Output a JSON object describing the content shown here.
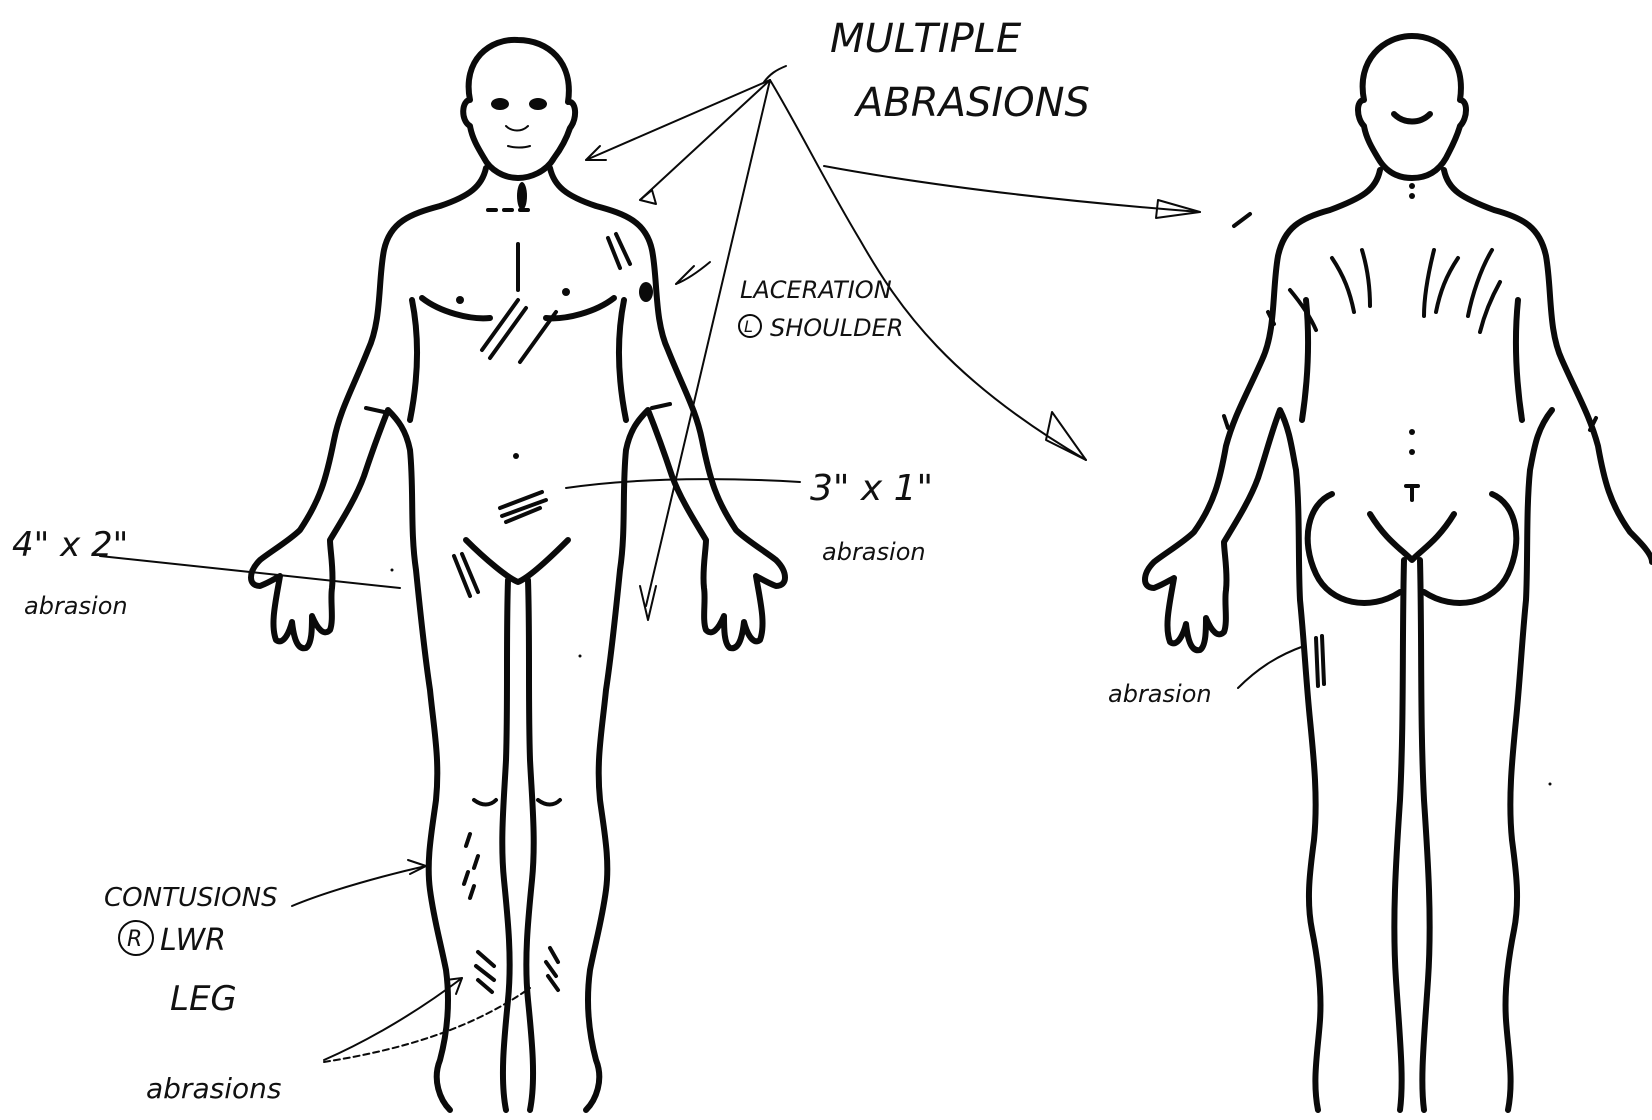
{
  "annotations": {
    "multiple_abrasions": [
      "MULTIPLE",
      "ABRASIONS"
    ],
    "laceration": [
      "LACERATION",
      "SHOULDER"
    ],
    "laceration_circle_letter": "L",
    "abrasion_groin_size": "3\" x 1\"",
    "abrasion_groin_label": "abrasion",
    "abrasion_hip_size": "4\" x 2\"",
    "abrasion_hip_label": "abrasion",
    "contusions": [
      "CONTUSIONS",
      "LWR",
      "LEG"
    ],
    "contusions_circle_letter": "R",
    "abrasions_lower_leg": "abrasions",
    "abrasion_back_thigh": "abrasion"
  },
  "colors": {
    "ink": "#0a0a0a",
    "paper": "#ffffff"
  }
}
